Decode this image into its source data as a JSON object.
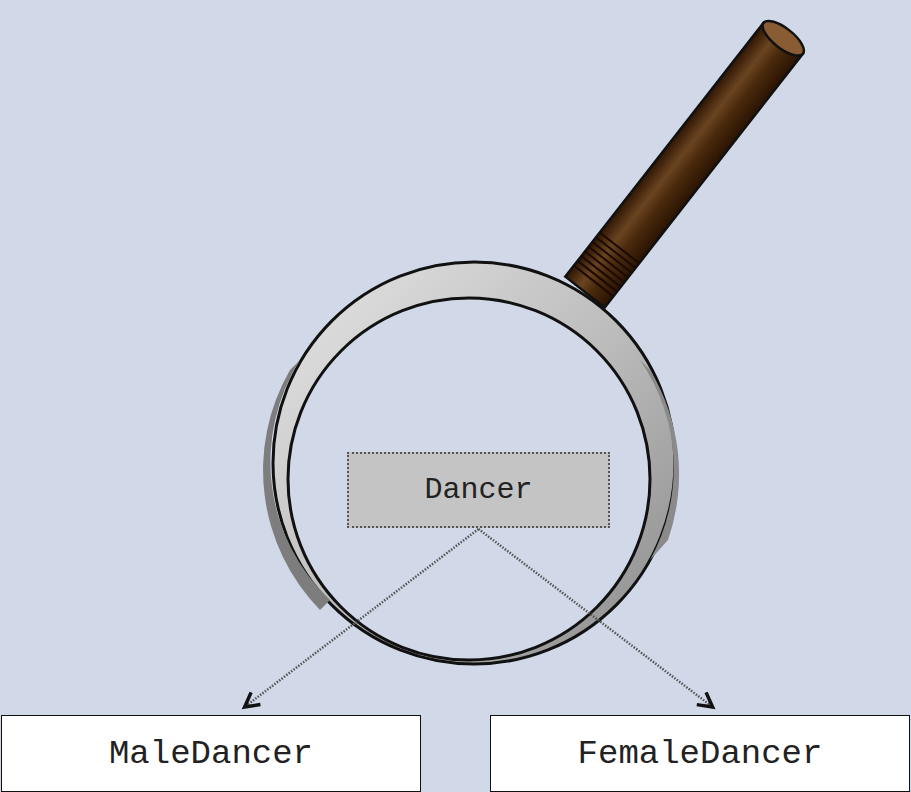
{
  "diagram": {
    "nodes": [
      {
        "text": [
          "Dancer"
        ]
      },
      {
        "text": [
          "MaleDancer"
        ]
      },
      {
        "text": [
          "FemaleDancer"
        ]
      }
    ],
    "edges": [
      {
        "from": 0,
        "to": 1,
        "arrow": "to"
      },
      {
        "from": 0,
        "to": 2,
        "arrow": "to"
      }
    ]
  }
}
